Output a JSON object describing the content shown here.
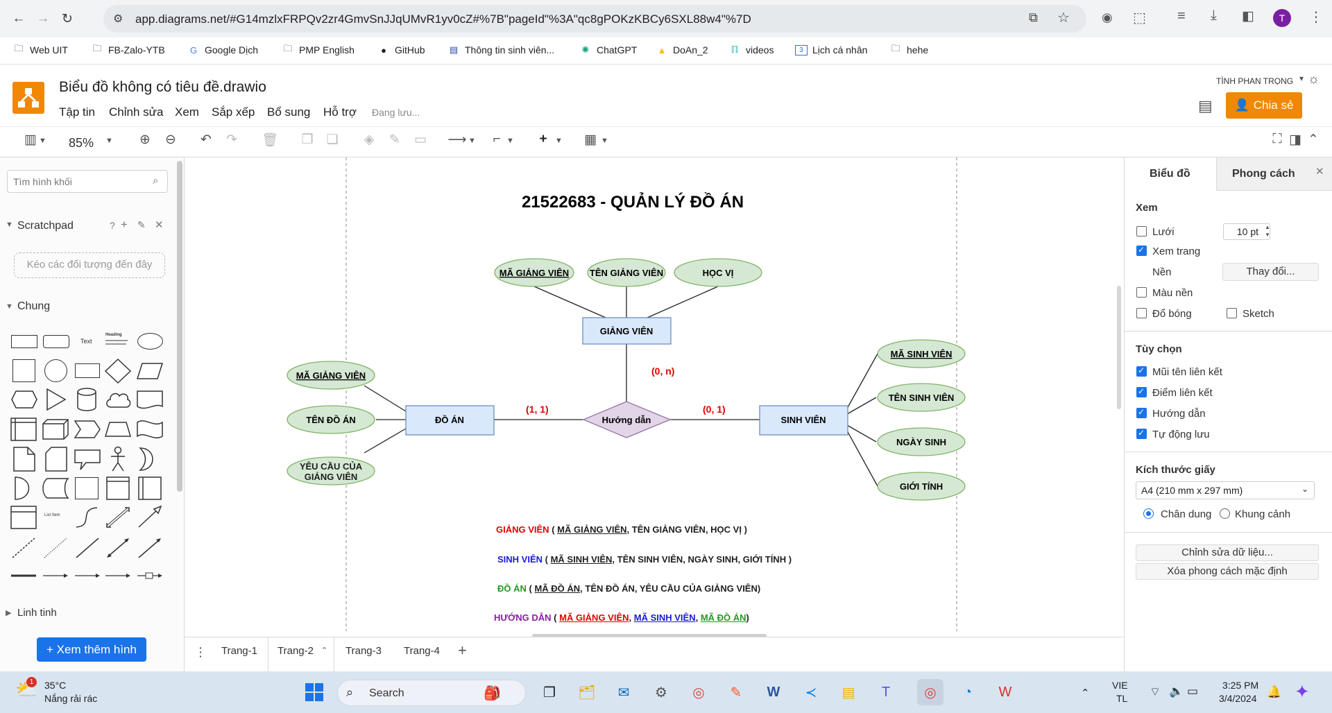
{
  "browser": {
    "url": "app.diagrams.net/#G14mzlxFRPQv2zr4GmvSnJJqUMvR1yv0cZ#%7B\"pageId\"%3A\"qc8gPOKzKBCy6SXL88w4\"%7D",
    "avatar_letter": "T",
    "bookmarks": [
      "Web UIT",
      "FB-Zalo-YTB",
      "Google Dịch",
      "PMP English",
      "GitHub",
      "Thông tin sinh viên...",
      "ChatGPT",
      "DoAn_2",
      "videos",
      "Lịch cá nhân",
      "hehe"
    ]
  },
  "app": {
    "title": "Biểu đồ không có tiêu đề.drawio",
    "user": "TÌNH PHAN TRỌNG",
    "share_label": "Chia sẻ",
    "menus": [
      "Tập tin",
      "Chỉnh sửa",
      "Xem",
      "Sắp xếp",
      "Bổ sung",
      "Hỗ trợ"
    ],
    "saving": "Đang lưu...",
    "zoom": "85%"
  },
  "left": {
    "search_placeholder": "Tìm hình khối",
    "scratchpad": "Scratchpad",
    "scratch_hint": "Kéo các đối tượng đến đây",
    "general": "Chung",
    "misc": "Linh tinh",
    "more_shapes": "+ Xem thêm hình",
    "text_shape": "Text",
    "heading_shape": "Heading",
    "list_shape": "List Item"
  },
  "diagram": {
    "title": "21522683 - QUẢN LÝ ĐỒ ÁN",
    "entities": {
      "gv": "GIẢNG VIÊN",
      "da": "ĐỒ ÁN",
      "sv": "SINH VIÊN"
    },
    "relationship": "Hướng dẫn",
    "attrs": {
      "gv_ma": "MÃ GIẢNG VIÊN",
      "gv_ten": "TÊN GIẢNG VIÊN",
      "gv_hv": "HỌC VỊ",
      "da_ma": "MÃ GIẢNG VIÊN",
      "da_ten": "TÊN ĐỒ ÁN",
      "da_yc": "YÊU CẦU CỦA GIẢNG VIÊN",
      "sv_ma": "MÃ SINH VIÊN",
      "sv_ten": "TÊN SINH VIÊN",
      "sv_ns": "NGÀY SINH",
      "sv_gt": "GIỚI TÍNH"
    },
    "cardinality": {
      "top": "(0, n)",
      "left": "(1, 1)",
      "right": "(0, 1)"
    },
    "schema": {
      "r1": {
        "name": "GIẢNG VIÊN",
        "open": " ( ",
        "key": "MÃ GIẢNG VIÊN",
        "rest": ", TÊN GIẢNG VIÊN, HỌC VỊ )"
      },
      "r2": {
        "name": "SINH VIÊN",
        "open": " ( ",
        "key": "MÃ SINH VIÊN",
        "rest": ", TÊN SINH VIÊN, NGÀY SINH, GIỚI TÍNH )"
      },
      "r3": {
        "name": "ĐỒ ÁN",
        "open": " ( ",
        "key": "MÃ ĐỒ ÁN",
        "rest": ", TÊN ĐỒ ÁN, YÊU CẦU CỦA GIẢNG VIÊN)"
      },
      "r4": {
        "name": "HƯỚNG DẪN",
        "open": " ( ",
        "k1": "MÃ GIẢNG VIÊN",
        "sep1": ", ",
        "k2": "MÃ SINH VIÊN",
        "sep2": ", ",
        "k3": "MÃ ĐỒ ÁN",
        "close": ")"
      }
    },
    "colors": {
      "entity_fill": "#dae8fc",
      "entity_stroke": "#6c8ebf",
      "attr_fill": "#d5e8d4",
      "attr_stroke": "#82b366",
      "rel_fill": "#e1d5e7",
      "rel_stroke": "#9673a6",
      "red": "#e00000",
      "blue": "#1a1ad6",
      "green": "#1f9a1f",
      "purple": "#8a1fa3"
    }
  },
  "pages": [
    "Trang-1",
    "Trang-2",
    "Trang-3",
    "Trang-4"
  ],
  "right": {
    "tab_diagram": "Biểu đồ",
    "tab_style": "Phong cách",
    "view": "Xem",
    "grid": "Lưới",
    "grid_size": "10 pt",
    "page_view": "Xem trang",
    "background": "Nền",
    "change": "Thay đổi...",
    "bg_color": "Màu nền",
    "shadow": "Đổ bóng",
    "sketch": "Sketch",
    "options": "Tùy chọn",
    "opt1": "Mũi tên liên kết",
    "opt2": "Điểm liên kết",
    "opt3": "Hướng dẫn",
    "opt4": "Tự động lưu",
    "paper_size": "Kích thước giấy",
    "paper": "A4 (210 mm x 297 mm)",
    "portrait": "Chân dung",
    "landscape": "Khung cảnh",
    "edit_data": "Chỉnh sửa dữ liệu...",
    "clear_style": "Xóa phong cách mặc định"
  },
  "taskbar": {
    "temp": "35°C",
    "weather": "Nắng rải rác",
    "search": "Search",
    "lang1": "VIE",
    "lang2": "TL",
    "time": "3:25 PM",
    "date": "3/4/2024",
    "badge": "1"
  }
}
